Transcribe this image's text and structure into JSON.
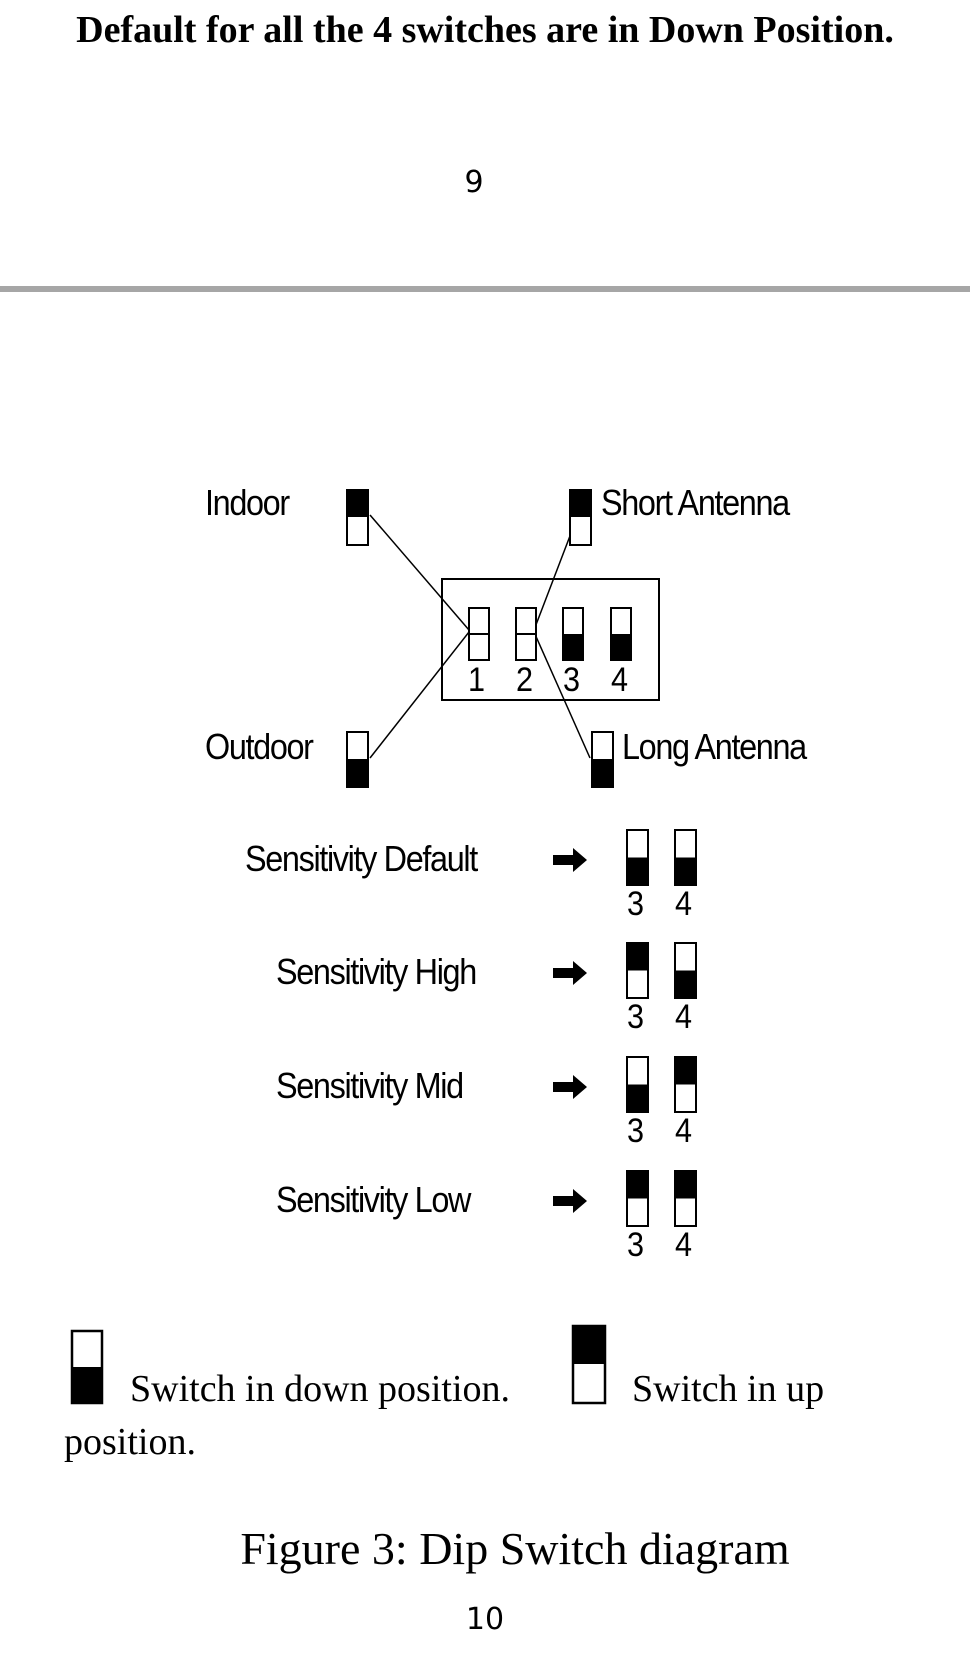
{
  "header": {
    "note": "Default for all the 4 switches are in Down Position.",
    "page_prev": "9"
  },
  "diagram": {
    "labels": {
      "indoor": "Indoor",
      "outdoor": "Outdoor",
      "short_antenna": "Short Antenna",
      "long_antenna": "Long Antenna"
    },
    "switch_numbers": [
      "1",
      "2",
      "3",
      "4"
    ],
    "sensitivity": [
      {
        "label": "Sensitivity Default",
        "switch3": "down",
        "switch4": "down",
        "num3": "3",
        "num4": "4"
      },
      {
        "label": "Sensitivity High",
        "switch3": "up",
        "switch4": "down",
        "num3": "3",
        "num4": "4"
      },
      {
        "label": "Sensitivity Mid",
        "switch3": "down",
        "switch4": "up",
        "num3": "3",
        "num4": "4"
      },
      {
        "label": "Sensitivity Low",
        "switch3": "up",
        "switch4": "up",
        "num3": "3",
        "num4": "4"
      }
    ]
  },
  "legend": {
    "down_text": "Switch in down position.",
    "up_text_line1": "Switch in up",
    "up_text_line2": "position."
  },
  "caption": "Figure 3: Dip Switch diagram",
  "page_next": "10"
}
